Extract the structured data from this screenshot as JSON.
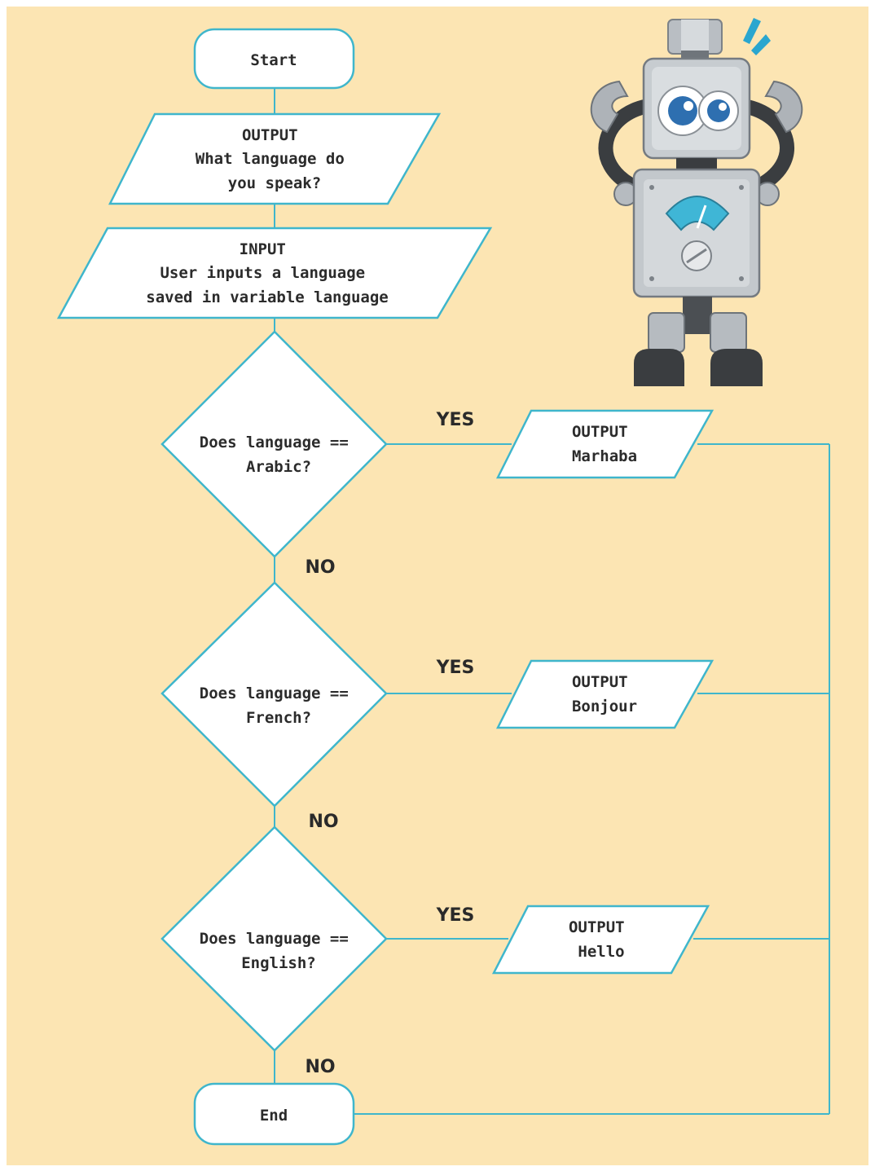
{
  "diagram": {
    "colors": {
      "background": "#fce5b3",
      "line": "#3fb6cc",
      "shape_fill": "#ffffff",
      "text": "#2b2b2b"
    },
    "start": {
      "label": "Start"
    },
    "output_question": {
      "lines": [
        "OUTPUT",
        "What language do",
        "you speak?"
      ]
    },
    "input_language": {
      "lines": [
        "INPUT",
        "User inputs a language",
        "saved in variable language"
      ]
    },
    "decisions": [
      {
        "lines": [
          "Does language ==",
          "Arabic?"
        ]
      },
      {
        "lines": [
          "Does language ==",
          "French?"
        ]
      },
      {
        "lines": [
          "Does language ==",
          "English?"
        ]
      }
    ],
    "outputs": [
      {
        "lines": [
          "OUTPUT",
          "Marhaba"
        ]
      },
      {
        "lines": [
          "OUTPUT",
          "Bonjour"
        ]
      },
      {
        "lines": [
          "OUTPUT",
          "Hello"
        ]
      }
    ],
    "yes_label": "YES",
    "no_label": "NO",
    "end": {
      "label": "End"
    },
    "illustration": {
      "icon": "robot-mascot-icon"
    }
  }
}
